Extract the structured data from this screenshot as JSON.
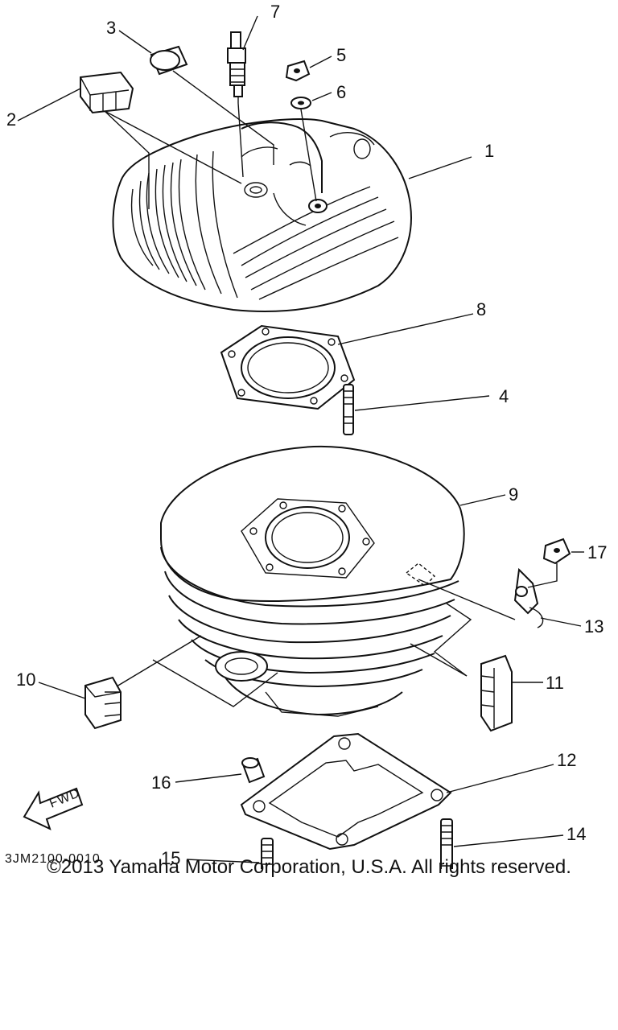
{
  "diagram": {
    "part_numbers": [
      "1",
      "2",
      "3",
      "4",
      "5",
      "6",
      "7",
      "8",
      "9",
      "10",
      "11",
      "12",
      "13",
      "14",
      "15",
      "16",
      "17"
    ],
    "fwd_label": "FWD",
    "drawing_code": "3JM2100-0010",
    "copyright": "©2013 Yamaha Motor Corporation, U.S.A. All rights reserved."
  }
}
